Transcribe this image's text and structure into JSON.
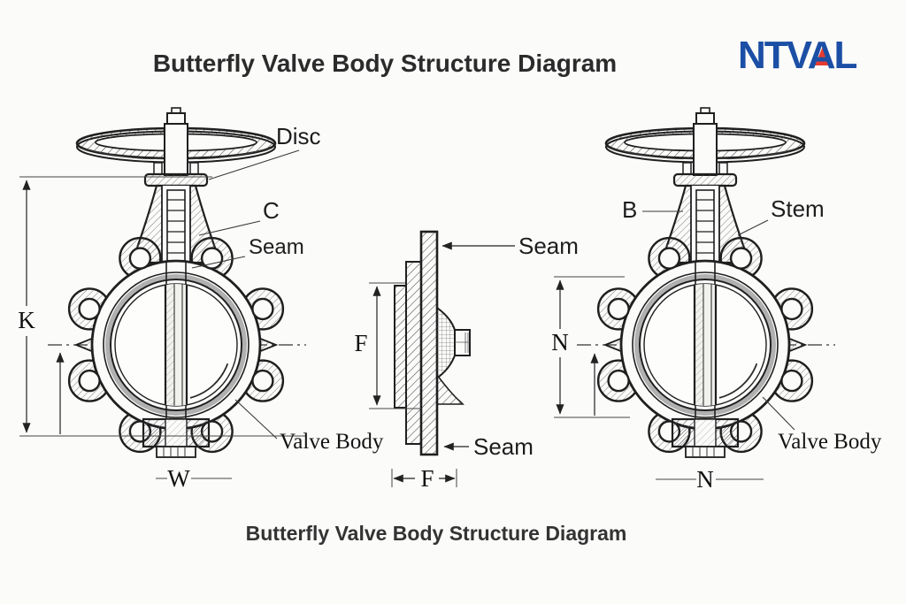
{
  "header": {
    "title": "Butterfly Valve Body Structure Diagram",
    "logo_text": "NTVAL"
  },
  "footer": {
    "caption": "Butterfly Valve Body Structure Diagram"
  },
  "colors": {
    "logo_blue": "#1b4fa5",
    "logo_red": "#e63a2f",
    "line_black": "#1f1f1f",
    "background": "#fbfbfa"
  },
  "left_view": {
    "name": "front view with handwheel (left)",
    "labels": {
      "disc": "Disc",
      "c": "C",
      "seam": "Seam",
      "valve_body": "Valve Body"
    },
    "dimensions": {
      "height": "K",
      "width": "W"
    }
  },
  "middle_view": {
    "name": "side profile section view",
    "labels": {
      "seam_top": "Seam",
      "seam_bottom": "Seam"
    },
    "dimensions": {
      "vertical": "F",
      "horizontal": "F"
    }
  },
  "right_view": {
    "name": "front view with handwheel (right)",
    "labels": {
      "b": "B",
      "stem": "Stem",
      "valve_body": "Valve Body"
    },
    "dimensions": {
      "vertical": "N",
      "bottom": "N"
    }
  }
}
